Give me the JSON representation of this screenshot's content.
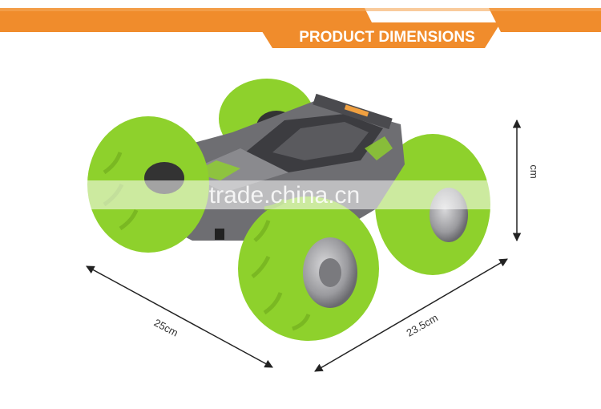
{
  "banner": {
    "title": "PRODUCT DIMENSIONS",
    "color": "#f08c2c",
    "light_color": "#f5a85a"
  },
  "product": {
    "icon": "stunt-rc-car-icon",
    "tire_color": "#8ed12c",
    "body_color": "#6e6e72"
  },
  "dimensions": {
    "length": "25cm",
    "width": "23.5cm",
    "height": "cm"
  },
  "watermark": {
    "text": "trade.china.cn"
  }
}
